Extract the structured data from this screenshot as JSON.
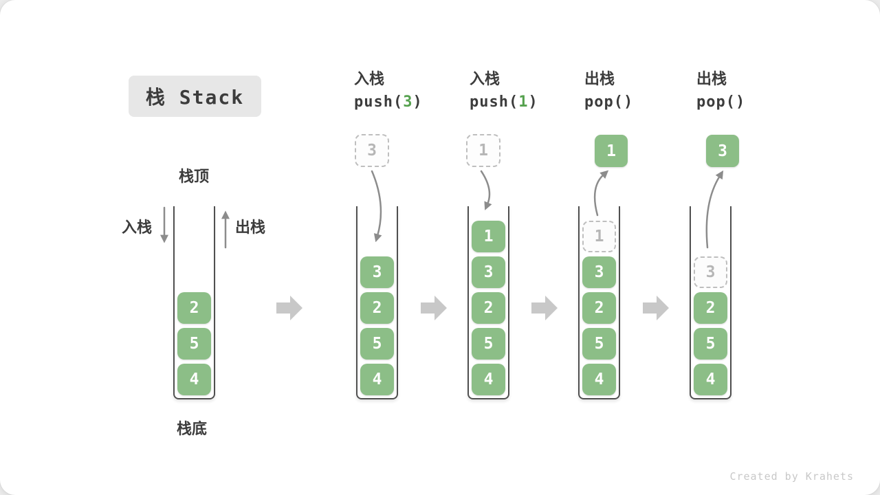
{
  "header": {
    "title": "栈 Stack"
  },
  "legend": {
    "stack_top": "栈顶",
    "stack_bottom": "栈底",
    "push": "入栈",
    "pop": "出栈"
  },
  "watermark": "Created by Krahets",
  "colors": {
    "box_green": "#8CBE87",
    "code_green": "#55A14E",
    "ghost_text_gray": "#B6B6B6",
    "ghost_border_gray": "#BEBEBE",
    "curve_arrow_gray": "#8C8C8C",
    "flow_arrow_gray": "#C8C8C8",
    "text_dark": "#3C3C3C",
    "wall_dark": "#4F4F4F",
    "title_bg": "#E7E7E7"
  },
  "stages": [
    {
      "name": "initial",
      "stack": [
        4,
        5,
        2
      ]
    },
    {
      "name": "push-3",
      "op": {
        "action": "入栈",
        "code_pre": "push(",
        "code_arg": "3",
        "code_post": ")"
      },
      "incoming": {
        "value": "3"
      },
      "stack": [
        4,
        5,
        2,
        3
      ]
    },
    {
      "name": "push-1",
      "op": {
        "action": "入栈",
        "code_pre": "push(",
        "code_arg": "1",
        "code_post": ")"
      },
      "incoming": {
        "value": "1"
      },
      "stack": [
        4,
        5,
        2,
        3,
        1
      ]
    },
    {
      "name": "pop-1",
      "op": {
        "action": "出栈",
        "code_pre": "pop(",
        "code_arg": "",
        "code_post": ")"
      },
      "outgoing": {
        "value": "1"
      },
      "ghost": {
        "value": "1",
        "slot": 4
      },
      "stack": [
        4,
        5,
        2,
        3
      ]
    },
    {
      "name": "pop-3",
      "op": {
        "action": "出栈",
        "code_pre": "pop(",
        "code_arg": "",
        "code_post": ")"
      },
      "outgoing": {
        "value": "3"
      },
      "ghost": {
        "value": "3",
        "slot": 3
      },
      "stack": [
        4,
        5,
        2
      ]
    }
  ]
}
